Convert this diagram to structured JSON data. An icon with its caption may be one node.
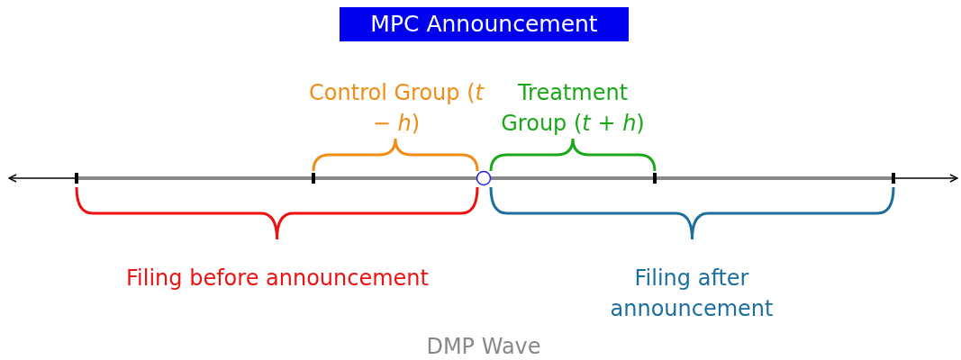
{
  "diagram": {
    "nodes": [
      {
        "text": [
          "MPC Announcement"
        ]
      }
    ],
    "labels": [
      "Control Group (*t* − *h*)",
      "Treatment Group (*t* + *h*)",
      "Filing before announcement",
      "Filing after announcement",
      "DMP Wave"
    ]
  }
}
